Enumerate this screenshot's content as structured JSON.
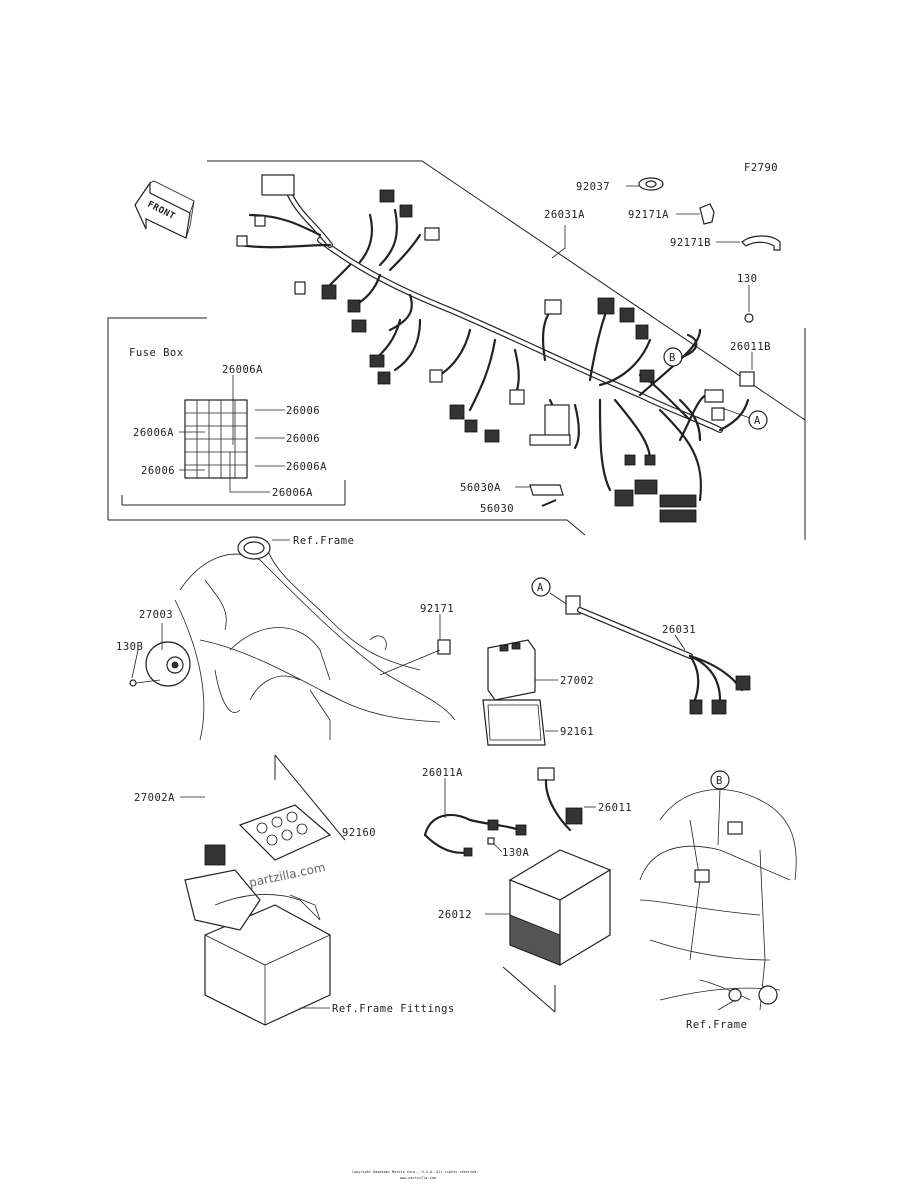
{
  "figure_code": "F2790",
  "front_arrow": "FRONT",
  "fuse_box": {
    "title": "Fuse Box",
    "labels": [
      "26006A",
      "26006A",
      "26006",
      "26006",
      "26006",
      "26006A",
      "26006A"
    ]
  },
  "callouts": {
    "p92037": "92037",
    "p92171A": "92171A",
    "p92171B": "92171B",
    "p26031A": "26031A",
    "p130": "130",
    "p26011B": "26011B",
    "p56030A": "56030A",
    "p56030": "56030",
    "p27003": "27003",
    "p130B": "130B",
    "p92171": "92171",
    "p26031": "26031",
    "p27002": "27002",
    "p92161": "92161",
    "p27002A": "27002A",
    "p92160": "92160",
    "p26011A": "26011A",
    "p26011": "26011",
    "p130A": "130A",
    "p26012": "26012"
  },
  "refs": {
    "frame_top": "Ref.Frame",
    "frame_fittings": "Ref.Frame Fittings",
    "frame_bottom": "Ref.Frame"
  },
  "markers": {
    "a1": "A",
    "a2": "A",
    "b1": "B",
    "b2": "B"
  },
  "watermark": "partzilla.com",
  "footer": {
    "line1": "Copyright Kawasaki Motors Corp., U.S.A. All rights reserved.",
    "line2": "www.partzilla.com"
  }
}
